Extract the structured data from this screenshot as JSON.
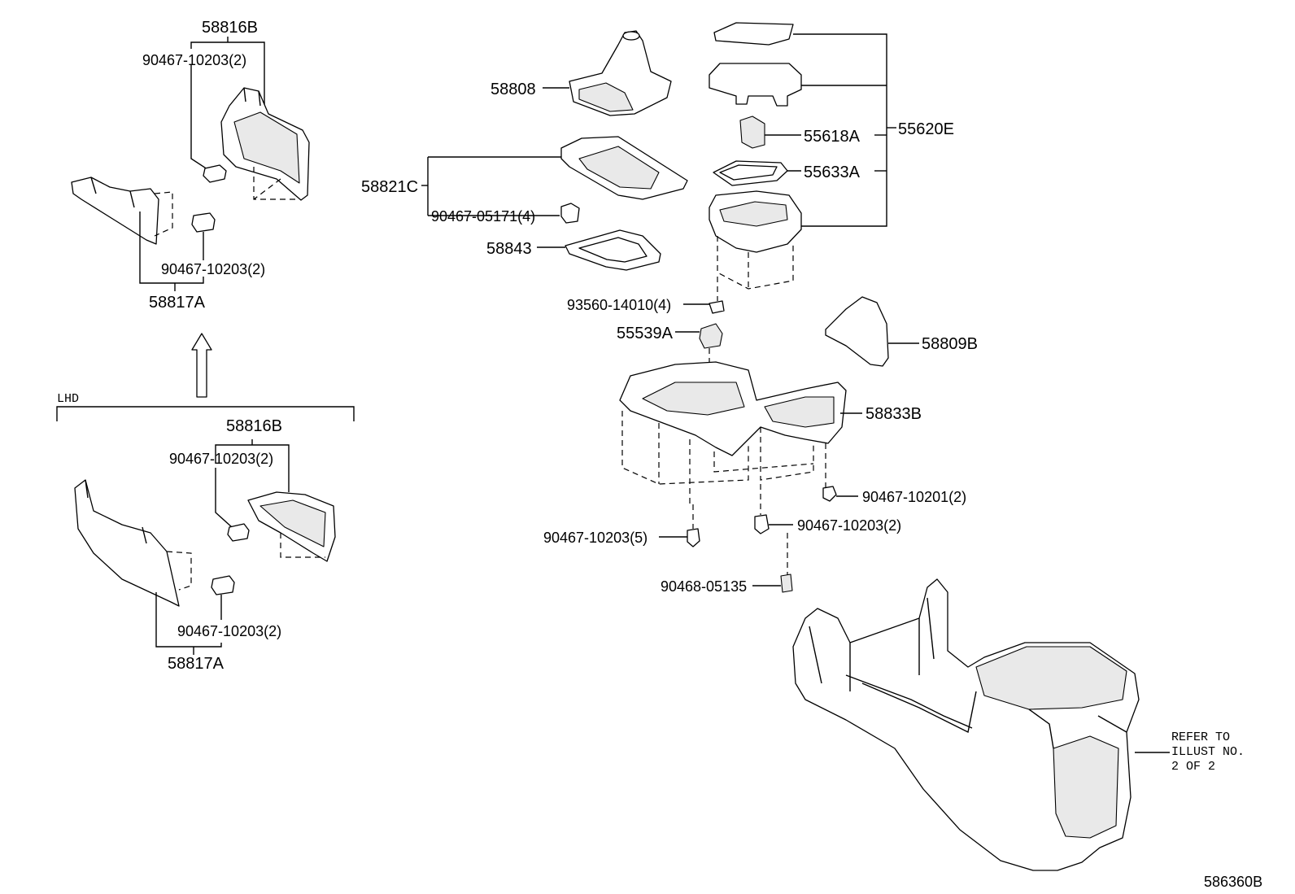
{
  "diagram": {
    "variant_label": "LHD",
    "drawing_code": "586360B",
    "reference_note": [
      "REFER TO",
      "ILLUST NO.",
      "2 OF 2"
    ],
    "labels": {
      "p58816B_top": "58816B",
      "clip_top_1": "90467-10203(2)",
      "clip_top_2": "90467-10203(2)",
      "p58817A_top": "58817A",
      "p58816B_bot": "58816B",
      "clip_bot_1": "90467-10203(2)",
      "clip_bot_2": "90467-10203(2)",
      "p58817A_bot": "58817A",
      "p58808": "58808",
      "p58821C": "58821C",
      "clip_90467_05171": "90467-05171(4)",
      "p58843": "58843",
      "p55620E": "55620E",
      "p55618A": "55618A",
      "p55633A": "55633A",
      "screw_93560": "93560-14010(4)",
      "p55539A": "55539A",
      "p58809B": "58809B",
      "p58833B": "58833B",
      "clip_90467_10201": "90467-10201(2)",
      "clip_90467_10203_5": "90467-10203(5)",
      "clip_90467_10203_2": "90467-10203(2)",
      "clip_90468_05135": "90468-05135"
    }
  }
}
